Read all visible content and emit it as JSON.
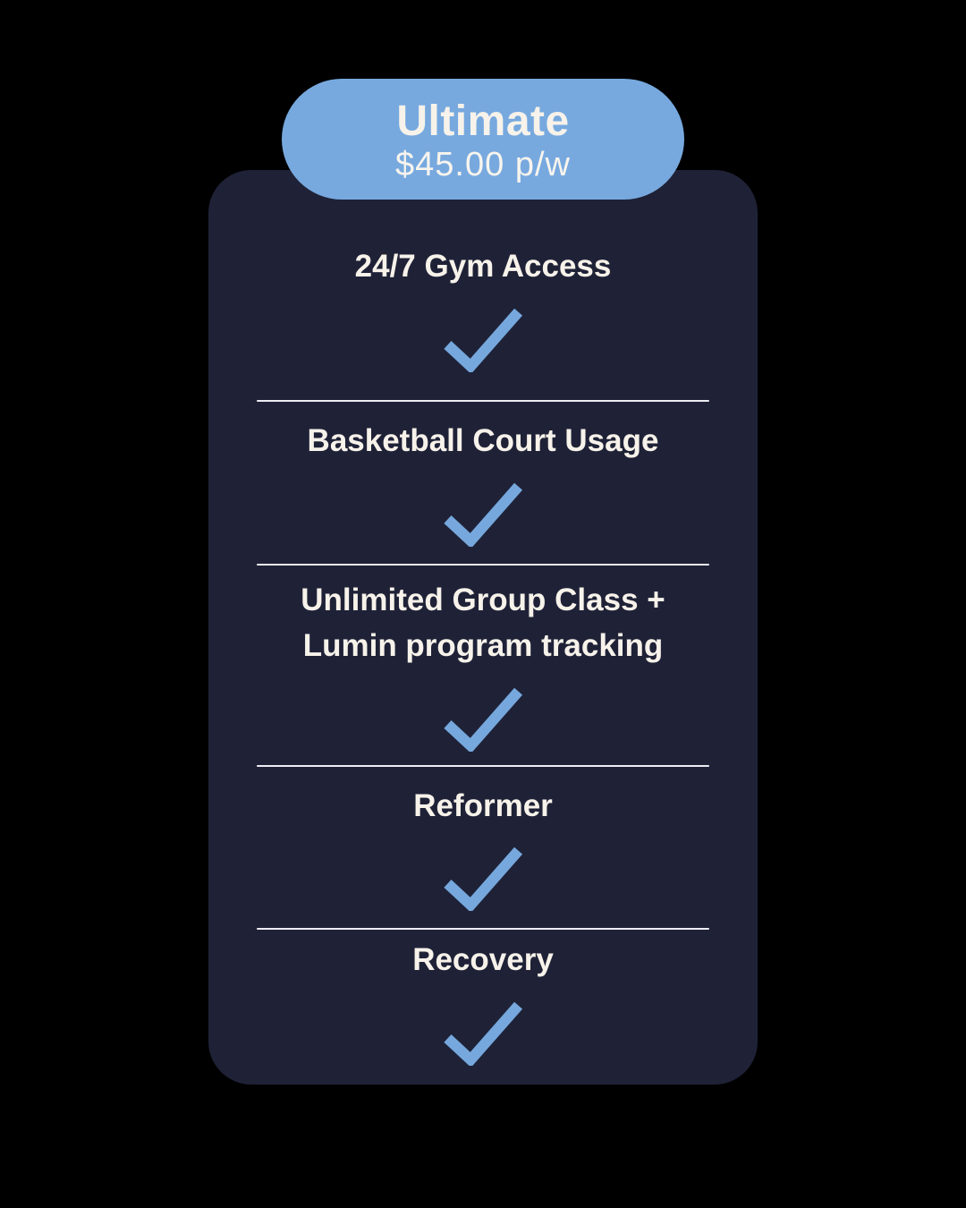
{
  "plan": {
    "name": "Ultimate",
    "price": "$45.00 p/w"
  },
  "features": [
    {
      "label": "24/7 Gym Access",
      "included": true,
      "check_icon": "check-icon"
    },
    {
      "label": "Basketball Court Usage",
      "included": true,
      "check_icon": "check-icon"
    },
    {
      "label": "Unlimited Group Class + Lumin program tracking",
      "included": true,
      "check_icon": "check-icon"
    },
    {
      "label": "Reformer",
      "included": true,
      "check_icon": "check-icon"
    },
    {
      "label": "Recovery",
      "included": true,
      "check_icon": "check-icon"
    }
  ],
  "colors": {
    "bg": "#000000",
    "pill": "#77A9DF",
    "card": "#1F2237",
    "text": "#F7F2EA",
    "price-text": "#F8F4ED",
    "check": "#76A8DD",
    "divider": "#EDEDF4"
  }
}
